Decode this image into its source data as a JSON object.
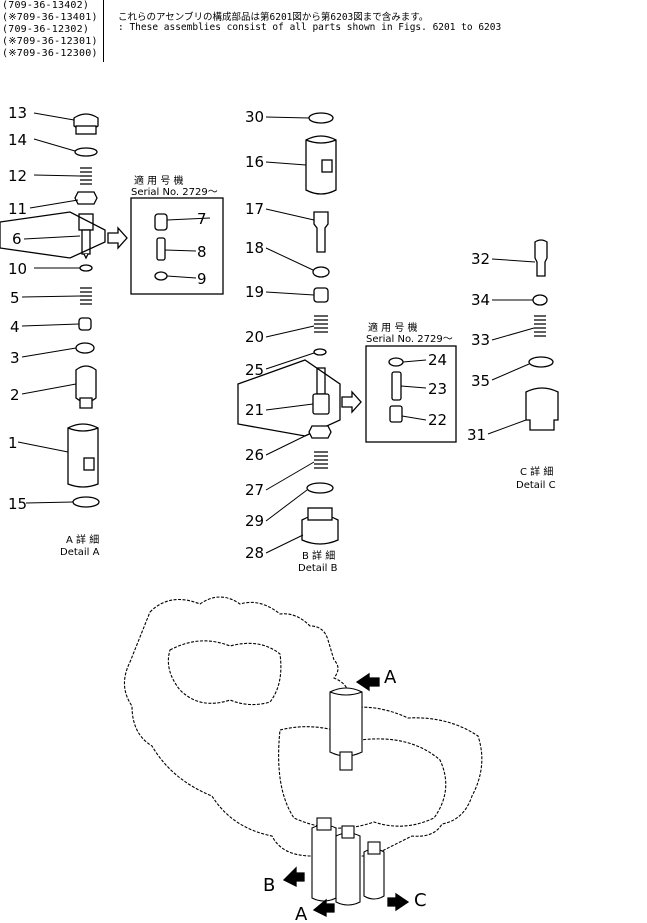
{
  "header": {
    "part_numbers": [
      "(709-36-13402)",
      "(※709-36-13401)",
      "(709-36-12302)",
      "(※709-36-12301)",
      "(※709-36-12300)"
    ],
    "note_jp": "これらのアセンブリの構成部品は第6201図から第6203図まで含みます。",
    "note_en": ": These assemblies consist of all parts shown in Figs. 6201 to 6203"
  },
  "details": {
    "a": {
      "jp": "A 詳 細",
      "en": "Detail A"
    },
    "b": {
      "jp": "B 詳 細",
      "en": "Detail B"
    },
    "c": {
      "jp": "C 詳 細",
      "en": "Detail C"
    }
  },
  "serial_boxes": {
    "heading_jp": "適 用 号 機",
    "heading_en": "Serial No. 2729～"
  },
  "callouts": [
    "1",
    "2",
    "3",
    "4",
    "5",
    "6",
    "7",
    "8",
    "9",
    "10",
    "11",
    "12",
    "13",
    "14",
    "15",
    "16",
    "17",
    "18",
    "19",
    "20",
    "21",
    "22",
    "23",
    "24",
    "25",
    "26",
    "27",
    "28",
    "29",
    "30",
    "31",
    "32",
    "33",
    "34",
    "35"
  ],
  "view_labels": {
    "a": "A",
    "b": "B",
    "c": "C"
  }
}
